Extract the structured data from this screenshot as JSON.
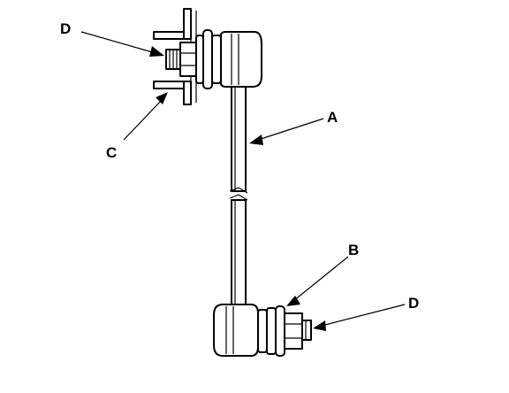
{
  "diagram": {
    "callouts": {
      "a": "A",
      "b": "B",
      "c": "C",
      "d_top": "D",
      "d_bottom": "D"
    },
    "colors": {
      "ink": "#000000",
      "paper": "#ffffff"
    }
  }
}
